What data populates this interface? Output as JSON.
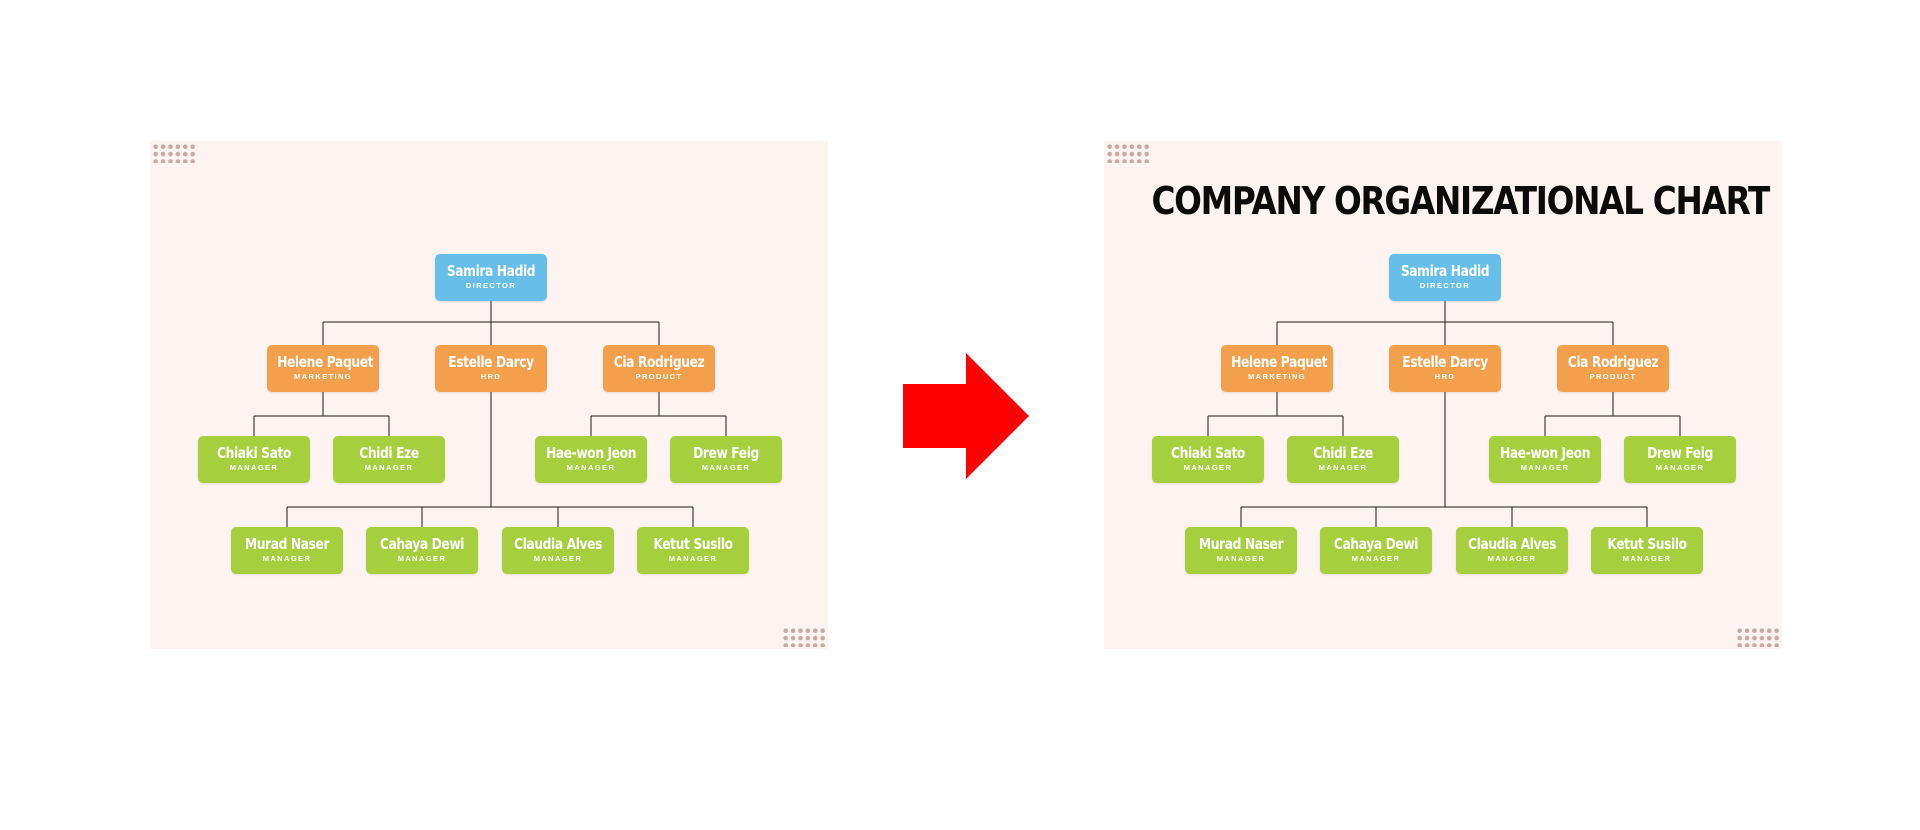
{
  "title": "COMPANY ORGANIZATIONAL CHART",
  "colors": {
    "director": "#66bee9",
    "department_head": "#f39f4b",
    "manager": "#a5cf3c",
    "slide_background": "#fdf4f1",
    "arrow": "#ff0000",
    "connector": "#1a1a1a"
  },
  "nodes": {
    "samira": {
      "name": "Samira Hadid",
      "role": "DIRECTOR"
    },
    "helene": {
      "name": "Helene Paquet",
      "role": "MARKETING"
    },
    "estelle": {
      "name": "Estelle Darcy",
      "role": "HRD"
    },
    "cia": {
      "name": "Cia Rodriguez",
      "role": "PRODUCT"
    },
    "chiaki": {
      "name": "Chiaki Sato",
      "role": "MANAGER"
    },
    "chidi": {
      "name": "Chidi Eze",
      "role": "MANAGER"
    },
    "haewon": {
      "name": "Hae-won Jeon",
      "role": "MANAGER"
    },
    "drew": {
      "name": "Drew Feig",
      "role": "MANAGER"
    },
    "murad": {
      "name": "Murad Naser",
      "role": "MANAGER"
    },
    "cahaya": {
      "name": "Cahaya Dewi",
      "role": "MANAGER"
    },
    "claudia": {
      "name": "Claudia Alves",
      "role": "MANAGER"
    },
    "ketut": {
      "name": "Ketut Susilo",
      "role": "MANAGER"
    }
  },
  "icons": {
    "arrow": "right-arrow-icon",
    "decoration": "dot-grid"
  }
}
